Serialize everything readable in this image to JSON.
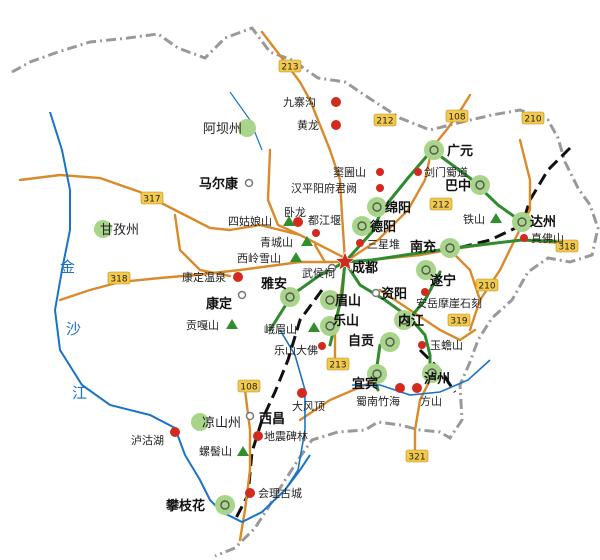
{
  "labels": {
    "jiuzhaigou": "九寨沟",
    "huanglong": "黄龙",
    "aba": "阿坝州",
    "maerkang": "马尔康",
    "ganzi": "甘孜州",
    "siguniangshan": "四姑娘山",
    "wolong": "卧龙",
    "dujiangyan": "都江堰",
    "qingchengshan": "青城山",
    "xilingxueshan": "西岭雪山",
    "kangding_hotspring": "康定温泉",
    "kangding": "康定",
    "gonggashan": "贡嘎山",
    "yaan": "雅安",
    "wuhouci": "武侯祠",
    "chengdu": "成都",
    "meishan": "眉山",
    "emeishan": "峨眉山",
    "leshan": "乐山",
    "leshan_buddha": "乐山大佛",
    "ziyang": "资阳",
    "neijiang": "内江",
    "zigong": "自贡",
    "yibin": "宜宾",
    "luzhou": "泸州",
    "shunan_bamboo": "蜀南竹海",
    "fangshan": "方山",
    "yuchanshan": "玉蟾山",
    "anyue": "安岳摩崖石刻",
    "suining": "遂宁",
    "nanchong": "南充",
    "sanxingdui": "三星堆",
    "deyang": "德阳",
    "mianyang": "绵阳",
    "doutuanshan": "窦圌山",
    "hanping": "汉平阳府君阙",
    "jianmen": "剑门蜀道",
    "guangyuan": "广元",
    "bazhong": "巴中",
    "tieshan": "铁山",
    "dazhou": "达州",
    "zhenfoshan": "真佛山",
    "liangshan": "凉山州",
    "xichang": "西昌",
    "dafengding": "大风顶",
    "luguhu": "泸沽湖",
    "luojishan": "螺髻山",
    "dizhen_beilin": "地震碑林",
    "huili": "会理古城",
    "panzhihua": "攀枝花",
    "jinsha_1": "金",
    "jinsha_2": "沙",
    "jinsha_3": "江"
  },
  "highways": {
    "h213a": "213",
    "h213b": "213",
    "h212": "212",
    "h212b": "212",
    "h108a": "108",
    "h108b": "108",
    "h210a": "210",
    "h210b": "210",
    "h317": "317",
    "h318a": "318",
    "h318b": "318",
    "h319": "319",
    "h321": "321"
  },
  "colors": {
    "border": "#999999",
    "road_orange": "#d98a2b",
    "rail_green": "#2e8b2e",
    "rail_black": "#111111",
    "river": "#1a73c7",
    "city_green": "#a8d58a",
    "spot_red": "#d22a1f",
    "mountain_green": "#2f8f2f",
    "shield": "#f2c94c"
  }
}
